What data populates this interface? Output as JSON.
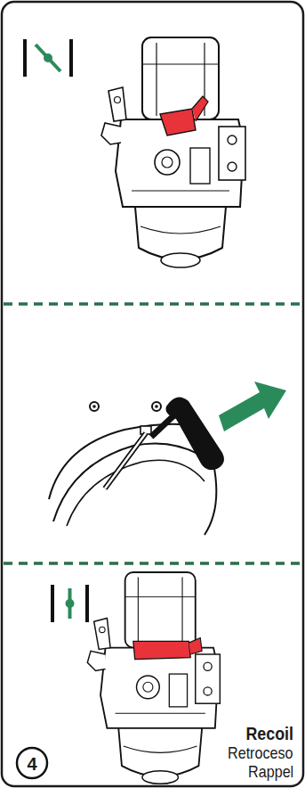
{
  "diagram": {
    "labels": [
      "Recoil",
      "Retroceso",
      "Rappel",
      "4"
    ]
  }
}
